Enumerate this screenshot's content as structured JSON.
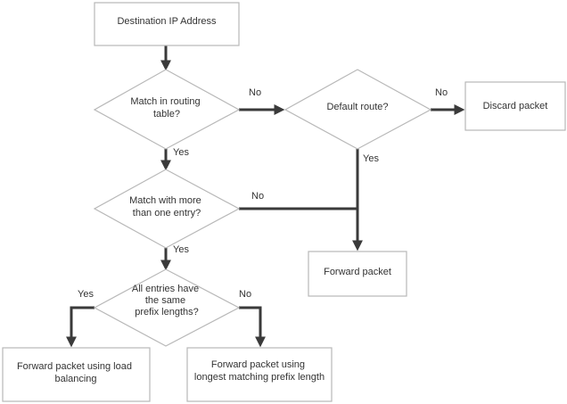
{
  "nodes": {
    "destination": {
      "lines": [
        "Destination IP Address"
      ]
    },
    "match_routing": {
      "lines": [
        "Match in routing",
        "table?"
      ]
    },
    "default_route": {
      "lines": [
        "Default route?"
      ]
    },
    "discard": {
      "lines": [
        "Discard packet"
      ]
    },
    "match_multiple": {
      "lines": [
        "Match with more",
        "than one entry?"
      ]
    },
    "forward_packet": {
      "lines": [
        "Forward packet"
      ]
    },
    "same_prefix": {
      "lines": [
        "All entries have",
        "the same",
        "prefix lengths?"
      ]
    },
    "load_balance": {
      "lines": [
        "Forward packet using load",
        "balancing"
      ]
    },
    "longest_prefix": {
      "lines": [
        "Forward packet using",
        "longest matching prefix length"
      ]
    }
  },
  "edge_labels": {
    "routing_no": "No",
    "default_no": "No",
    "routing_yes": "Yes",
    "default_yes": "Yes",
    "multiple_no": "No",
    "multiple_yes": "Yes",
    "prefix_yes": "Yes",
    "prefix_no": "No"
  },
  "colors": {
    "node_border": "#b8b8b8",
    "arrow": "#3a3a3a",
    "text": "#333333"
  }
}
